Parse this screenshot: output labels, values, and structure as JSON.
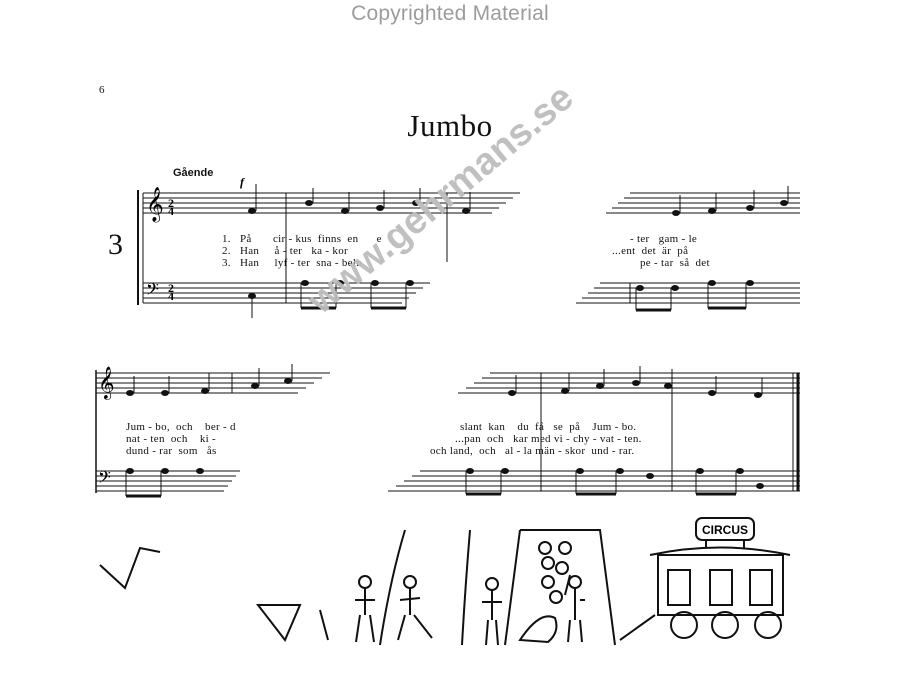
{
  "watermark_top": "Copyrighted Material",
  "page_number": "6",
  "song": {
    "title": "Jumbo",
    "tempo": "Gående",
    "system_number": "3",
    "system1": {
      "verse1": [
        "1.",
        "På",
        "cir",
        "-",
        "kus",
        "finns",
        "en",
        "e",
        "...",
        "ter",
        "gam",
        "-",
        "le"
      ],
      "verse2": [
        "2.",
        "Han",
        "å",
        "-",
        "ter",
        "ka",
        "-",
        "kor",
        "...",
        "...ent",
        "det",
        "är",
        "på"
      ],
      "verse3": [
        "3.",
        "Han",
        "lyf",
        "-",
        "ter",
        "sna",
        "-",
        "beln",
        "...",
        "pe",
        "-",
        "tar",
        "så",
        "det"
      ]
    },
    "system2": {
      "verse1": [
        "Jum",
        "-",
        "bo,",
        "och",
        "ber",
        "-",
        "d",
        "slant",
        "kan",
        "du",
        "få",
        "se",
        "på",
        "Jum",
        "-",
        "bo."
      ],
      "verse2": [
        "nat",
        "-",
        "ten",
        "och",
        "ki",
        "-",
        "...pan",
        "och",
        "kar",
        "med",
        "vi",
        "-",
        "chy",
        "-",
        "vat",
        "-",
        "ten."
      ],
      "verse3": [
        "dund",
        "-",
        "rar",
        "som",
        "ås",
        "och",
        "land,",
        "och",
        "al",
        "-",
        "la",
        "män",
        "-",
        "skor",
        "und",
        "-",
        "rar."
      ]
    }
  },
  "site_watermark": "www.gehrmans.se",
  "circus_sign": "CIRCUS"
}
